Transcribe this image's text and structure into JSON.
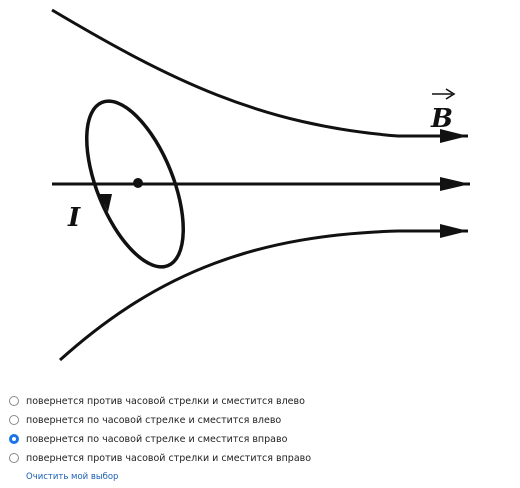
{
  "figure": {
    "field_label": "B",
    "current_label": "I"
  },
  "question": {
    "options": [
      {
        "label": "повернется против часовой стрелки и сместится влево",
        "selected": false
      },
      {
        "label": "повернется по часовой стрелке и сместится влево",
        "selected": false
      },
      {
        "label": "повернется по часовой стрелке и сместится вправо",
        "selected": true
      },
      {
        "label": "повернется против часовой стрелки и сместится вправо",
        "selected": false
      }
    ],
    "clear_label": "Очистить мой выбор"
  },
  "colors": {
    "accent": "#1a73e8",
    "link": "#1a5fb4"
  }
}
